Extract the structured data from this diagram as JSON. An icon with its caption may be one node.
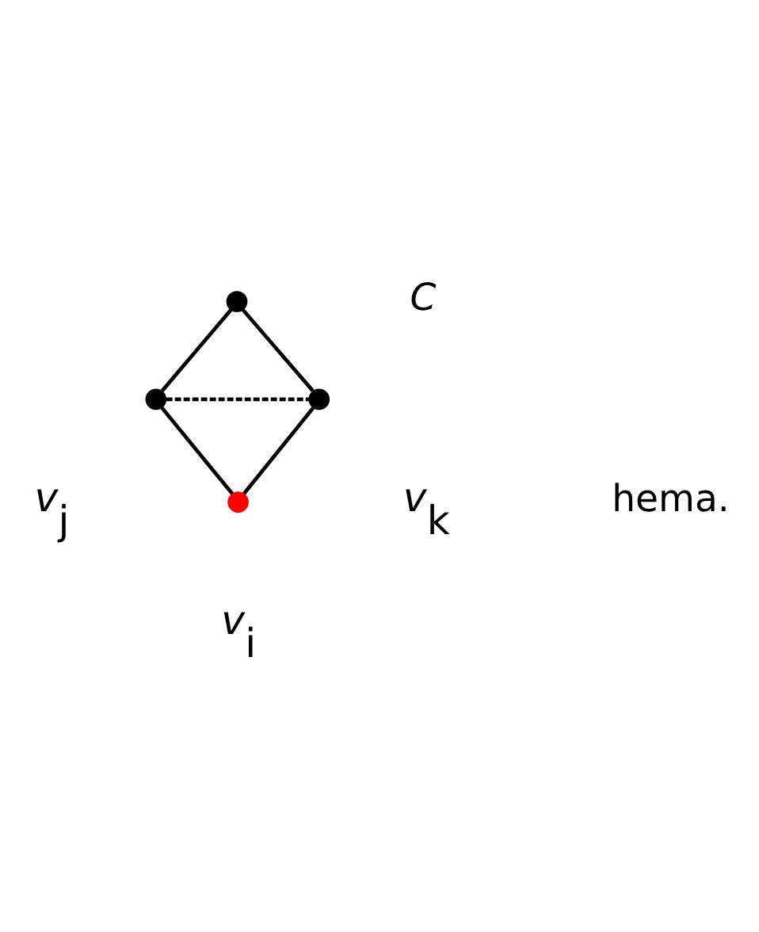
{
  "diagram": {
    "nodes": [
      {
        "text": [],
        "shape": "circle"
      },
      {
        "text": [],
        "shape": "circle",
        "beside": [
          "*v*$_{j}$"
        ]
      },
      {
        "text": [],
        "shape": "circle",
        "beside": [
          "*v*$_{k}$"
        ]
      },
      {
        "text": [],
        "shape": "circle",
        "beside": [
          "*v*$_{i}$"
        ]
      }
    ],
    "edges": [
      {
        "from": 0,
        "to": 1,
        "arrow": "none"
      },
      {
        "from": 0,
        "to": 2,
        "arrow": "none"
      },
      {
        "from": 1,
        "to": 2,
        "arrow": "none",
        "style": "dashed"
      },
      {
        "from": 1,
        "to": 3,
        "arrow": "none"
      },
      {
        "from": 2,
        "to": 3,
        "arrow": "none"
      }
    ],
    "labels": [
      "*C*",
      "hema."
    ]
  }
}
